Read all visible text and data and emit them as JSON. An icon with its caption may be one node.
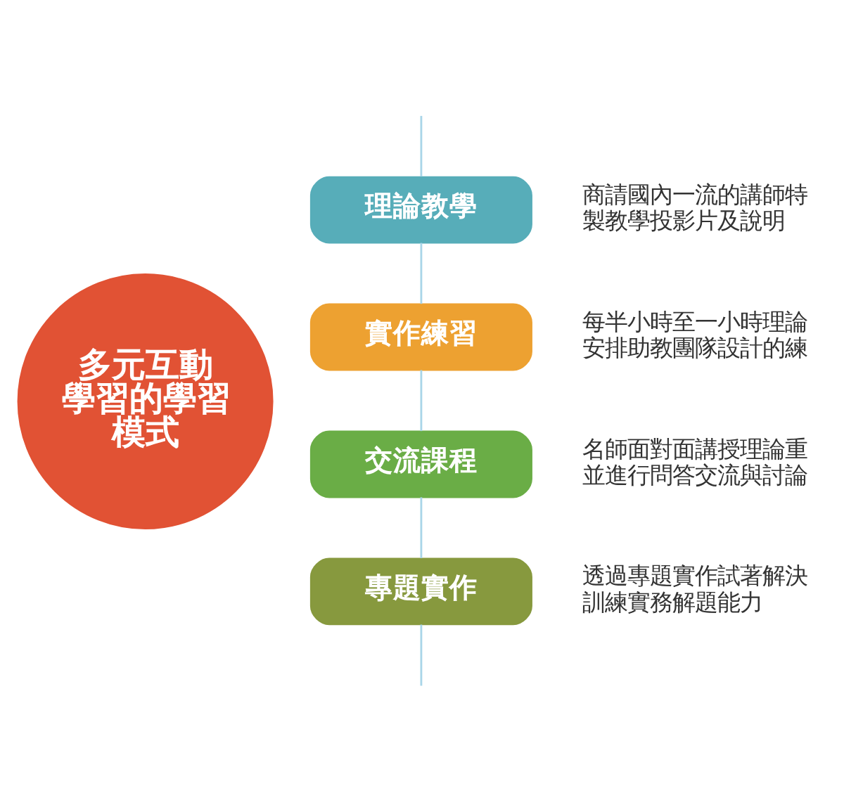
{
  "diagram": {
    "nodes": [
      {
        "text": [
          "多元互動學習的學習模式"
        ]
      },
      {
        "text": [
          "理論教學"
        ],
        "beside": [
          "商請國內一流的講師特製教學投影片及說明"
        ]
      },
      {
        "text": [
          "實作練習"
        ],
        "beside": [
          "每半小時至一小時理論安排助教團隊設計的練"
        ]
      },
      {
        "text": [
          "交流課程"
        ],
        "beside": [
          "名師面對面講授理論重並進行問答交流與討論"
        ]
      },
      {
        "text": [
          "專題實作"
        ],
        "beside": [
          "透過專題實作試著解決訓練實務解題能力"
        ]
      }
    ],
    "edges": [
      {
        "from": null,
        "to": 1,
        "arrow": "none"
      },
      {
        "from": 1,
        "to": 2,
        "arrow": "none"
      },
      {
        "from": 2,
        "to": 3,
        "arrow": "none"
      },
      {
        "from": 3,
        "to": 4,
        "arrow": "none"
      },
      {
        "from": 4,
        "to": null,
        "arrow": "none"
      }
    ]
  }
}
